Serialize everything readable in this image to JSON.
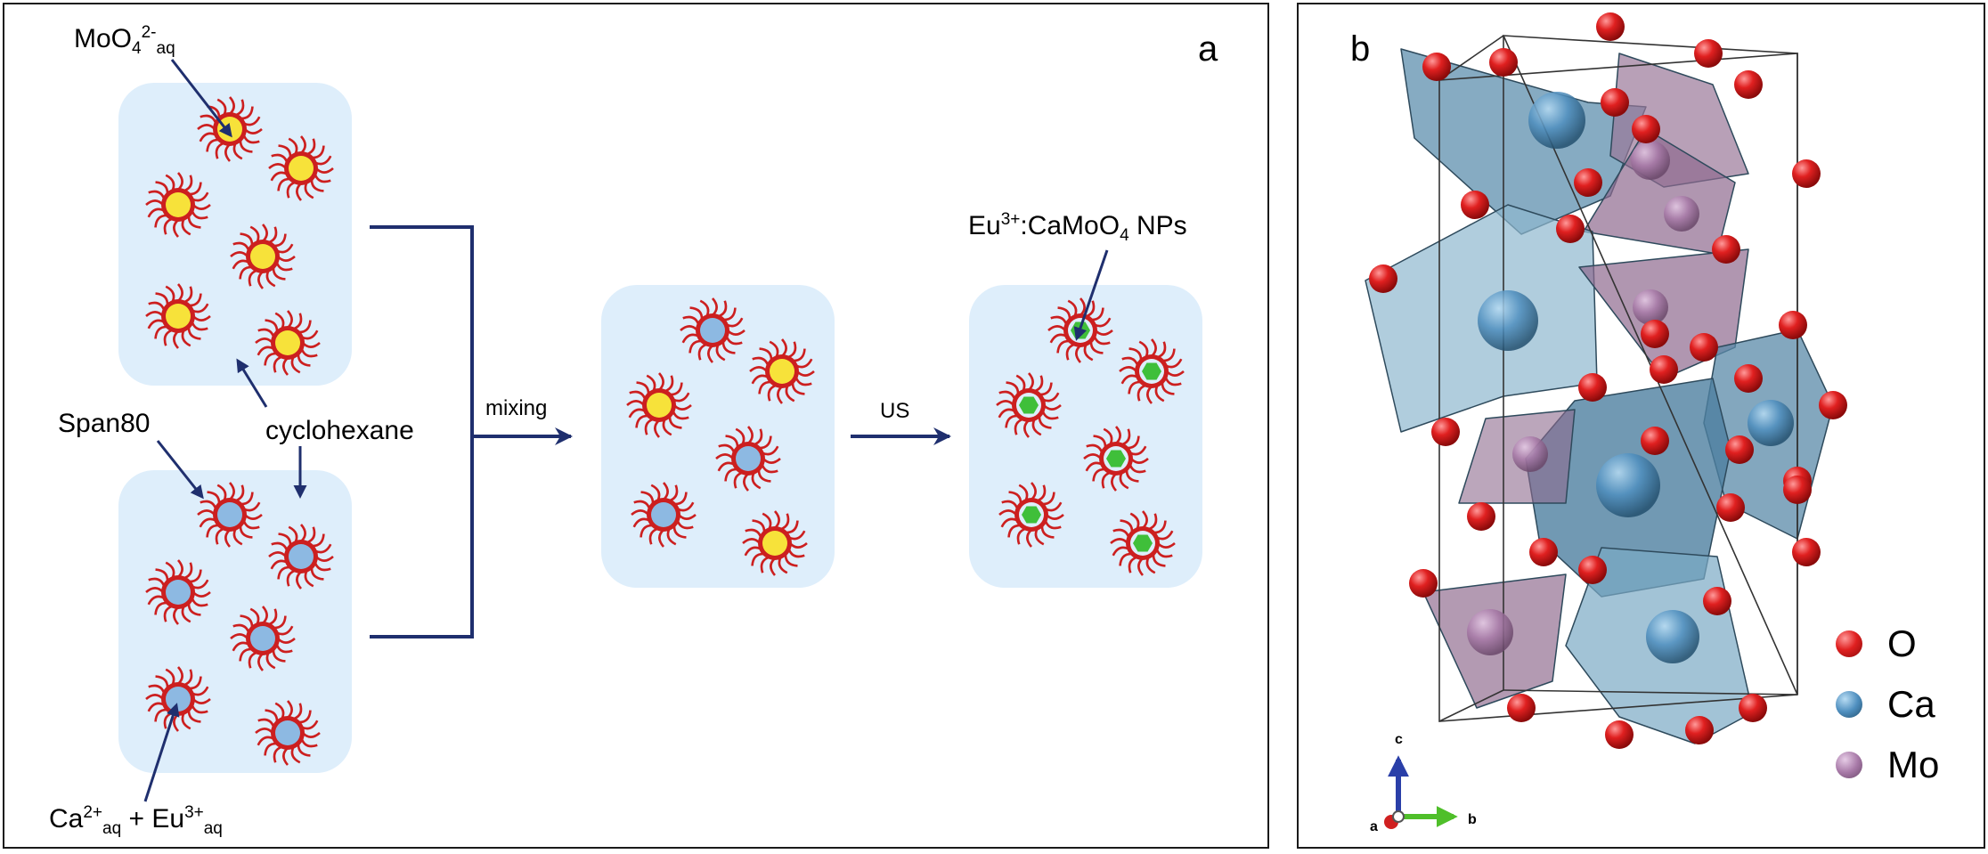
{
  "panel_a": {
    "letter": "a",
    "labels": {
      "moo4_main": "MoO",
      "moo4_sub1": "4",
      "moo4_sup": "2-",
      "moo4_sub2": "aq",
      "span80": "Span80",
      "cyclohexane": "cyclohexane",
      "ca_main": "Ca",
      "ca_sup": "2+",
      "ca_sub": "aq",
      "plus": " + Eu",
      "eu_sup": "3+",
      "eu_sub": "aq",
      "mixing": "mixing",
      "us": "US",
      "np_main": "Eu",
      "np_sup": "3+",
      "np_mid": ":CaMoO",
      "np_sub": "4",
      "np_end": " NPs"
    },
    "colors": {
      "box_fill": "#deeefb",
      "arrow": "#1f2f6e",
      "shell": "#cc1f1f",
      "core_yellow": "#f7e23a",
      "core_blue": "#8db9e2",
      "core_green": "#3fbf3a"
    }
  },
  "panel_b": {
    "letter": "b",
    "axes": {
      "c": "c",
      "b": "b",
      "a": "a"
    },
    "legend": [
      {
        "label": "O",
        "color": "#e02020"
      },
      {
        "label": "Ca",
        "color": "#4f8fbf"
      },
      {
        "label": "Mo",
        "color": "#a87aa8"
      }
    ]
  }
}
